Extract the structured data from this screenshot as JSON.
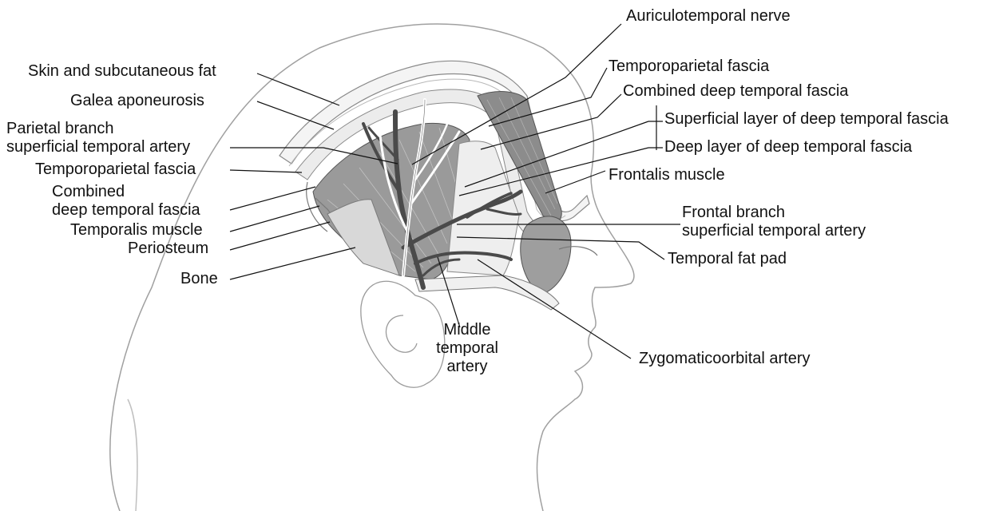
{
  "labels": {
    "auriculotemporal_nerve": "Auriculotemporal nerve",
    "skin_subcutaneous_fat": "Skin and subcutaneous fat",
    "galea_aponeurosis": "Galea aponeurosis",
    "parietal_branch_line1": "Parietal branch",
    "parietal_branch_line2": "superficial temporal artery",
    "temporoparietal_fascia_left": "Temporoparietal fascia",
    "combined_deep_left_line1": "Combined",
    "combined_deep_left_line2": "deep temporal fascia",
    "temporalis_muscle": "Temporalis muscle",
    "periosteum": "Periosteum",
    "bone": "Bone",
    "middle_temporal_line1": "Middle",
    "middle_temporal_line2": "temporal",
    "middle_temporal_line3": "artery",
    "temporoparietal_fascia_right": "Temporoparietal fascia",
    "combined_deep_right": "Combined deep temporal fascia",
    "superficial_layer": "Superficial layer of deep temporal fascia",
    "deep_layer": "Deep layer of deep temporal fascia",
    "frontalis_muscle": "Frontalis muscle",
    "frontal_branch_line1": "Frontal branch",
    "frontal_branch_line2": "superficial temporal artery",
    "temporal_fat_pad": "Temporal fat pad",
    "zygomaticoorbital_artery": "Zygomaticoorbital artery"
  },
  "colors": {
    "ink": "#111111",
    "outline": "#8a8a8a",
    "artery": "#4a4a4a",
    "nerve": "#ffffff",
    "muscle": "#9a9a9a",
    "fascia": "#e6e6e6",
    "bone": "#d9d9d9"
  }
}
